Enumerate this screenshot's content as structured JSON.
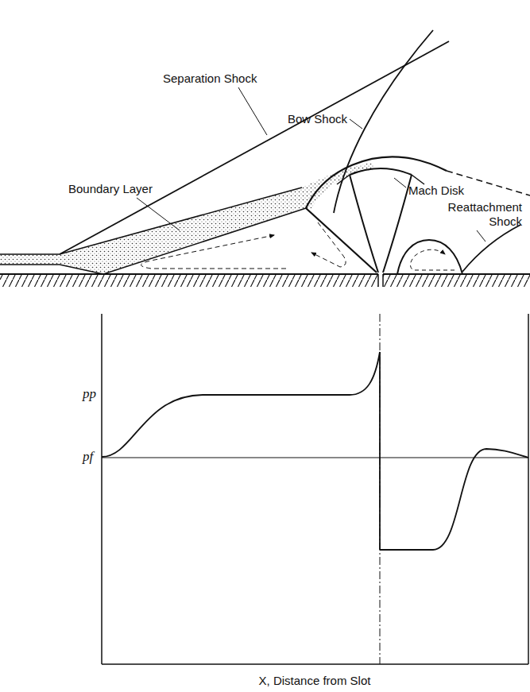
{
  "diagram": {
    "labels": [
      "Separation Shock",
      "Bow Shock",
      "Boundary Layer",
      "Mach Disk",
      "Reattachment Shock",
      "pp",
      "pf",
      "X, Distance from Slot"
    ]
  }
}
